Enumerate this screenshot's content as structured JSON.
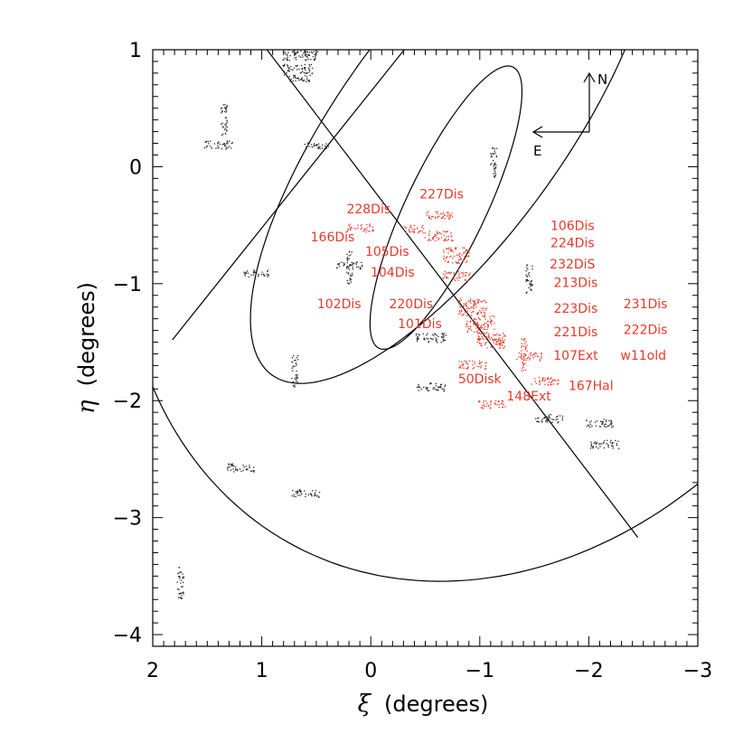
{
  "chart_data": {
    "type": "scatter",
    "title": "",
    "xlabel": {
      "symbol": "ξ",
      "unit": "(degrees)"
    },
    "ylabel": {
      "symbol": "η",
      "unit": "(degrees)"
    },
    "xlim": [
      2,
      -3
    ],
    "ylim": [
      -4.1,
      1.0
    ],
    "x_ticks": [
      2,
      1,
      0,
      -1,
      -2,
      -3
    ],
    "x_tick_labels": [
      "2",
      "1",
      "0",
      "−1",
      "−2",
      "−3"
    ],
    "y_ticks": [
      1,
      0,
      -1,
      -2,
      -3,
      -4
    ],
    "y_tick_labels": [
      "1",
      "0",
      "−1",
      "−2",
      "−3",
      "−4"
    ],
    "colors": {
      "labeled_field": "#e8392a",
      "other_field": "#222222",
      "axes": "#000000"
    },
    "compass": {
      "north": "N",
      "east": "E"
    },
    "fields_unlabeled": [
      {
        "x": 0.65,
        "y": 0.96,
        "w": 0.32,
        "h": 0.1
      },
      {
        "x": 0.68,
        "y": 0.84,
        "w": 0.28,
        "h": 0.08
      },
      {
        "x": 0.68,
        "y": 0.76,
        "w": 0.24,
        "h": 0.06
      },
      {
        "x": 1.35,
        "y": 0.4,
        "w": 0.06,
        "h": 0.28
      },
      {
        "x": 1.4,
        "y": 0.19,
        "w": 0.26,
        "h": 0.07
      },
      {
        "x": 0.5,
        "y": 0.18,
        "w": 0.24,
        "h": 0.06
      },
      {
        "x": -1.12,
        "y": 0.04,
        "w": 0.06,
        "h": 0.26
      },
      {
        "x": 0.2,
        "y": -0.84,
        "w": 0.24,
        "h": 0.06
      },
      {
        "x": 0.2,
        "y": -0.86,
        "w": 0.06,
        "h": 0.28
      },
      {
        "x": 1.05,
        "y": -0.91,
        "w": 0.24,
        "h": 0.06
      },
      {
        "x": -1.45,
        "y": -0.96,
        "w": 0.06,
        "h": 0.26
      },
      {
        "x": -0.55,
        "y": -1.46,
        "w": 0.28,
        "h": 0.08
      },
      {
        "x": 0.7,
        "y": -1.74,
        "w": 0.06,
        "h": 0.28
      },
      {
        "x": -0.55,
        "y": -1.88,
        "w": 0.26,
        "h": 0.07
      },
      {
        "x": -1.63,
        "y": -2.15,
        "w": 0.26,
        "h": 0.07
      },
      {
        "x": -2.1,
        "y": -2.19,
        "w": 0.26,
        "h": 0.07
      },
      {
        "x": -2.14,
        "y": -2.37,
        "w": 0.26,
        "h": 0.07
      },
      {
        "x": 1.2,
        "y": -2.57,
        "w": 0.26,
        "h": 0.07
      },
      {
        "x": 0.6,
        "y": -2.79,
        "w": 0.26,
        "h": 0.07
      },
      {
        "x": 1.75,
        "y": -3.55,
        "w": 0.06,
        "h": 0.28
      }
    ],
    "fields_labeled": [
      {
        "x": -0.62,
        "y": -0.41,
        "w": 0.26,
        "h": 0.07
      },
      {
        "x": 0.1,
        "y": -0.52,
        "w": 0.24,
        "h": 0.07
      },
      {
        "x": -0.4,
        "y": -0.53,
        "w": 0.2,
        "h": 0.07
      },
      {
        "x": -0.62,
        "y": -0.59,
        "w": 0.26,
        "h": 0.09
      },
      {
        "x": -0.78,
        "y": -0.72,
        "w": 0.24,
        "h": 0.07
      },
      {
        "x": -0.78,
        "y": -0.79,
        "w": 0.24,
        "h": 0.07
      },
      {
        "x": -0.78,
        "y": -0.93,
        "w": 0.26,
        "h": 0.08
      },
      {
        "x": -0.93,
        "y": -1.16,
        "w": 0.26,
        "h": 0.08
      },
      {
        "x": -0.93,
        "y": -1.23,
        "w": 0.26,
        "h": 0.08
      },
      {
        "x": -1.0,
        "y": -1.31,
        "w": 0.26,
        "h": 0.08
      },
      {
        "x": -1.0,
        "y": -1.38,
        "w": 0.26,
        "h": 0.08
      },
      {
        "x": -1.1,
        "y": -1.46,
        "w": 0.26,
        "h": 0.08
      },
      {
        "x": -1.1,
        "y": -1.51,
        "w": 0.26,
        "h": 0.08
      },
      {
        "x": -1.45,
        "y": -1.62,
        "w": 0.24,
        "h": 0.07
      },
      {
        "x": -1.4,
        "y": -1.6,
        "w": 0.06,
        "h": 0.28
      },
      {
        "x": -0.93,
        "y": -1.69,
        "w": 0.26,
        "h": 0.07
      },
      {
        "x": -1.6,
        "y": -1.83,
        "w": 0.26,
        "h": 0.07
      },
      {
        "x": -1.1,
        "y": -2.03,
        "w": 0.26,
        "h": 0.07
      }
    ],
    "annotations": [
      {
        "text": "227Dis",
        "x": -0.65,
        "y": -0.27
      },
      {
        "text": "228Dis",
        "x": 0.02,
        "y": -0.4
      },
      {
        "text": "166Dis",
        "x": 0.35,
        "y": -0.64
      },
      {
        "text": "105Dis",
        "x": -0.15,
        "y": -0.76
      },
      {
        "text": "104Dis",
        "x": -0.2,
        "y": -0.94
      },
      {
        "text": "102Dis",
        "x": 0.29,
        "y": -1.21
      },
      {
        "text": "220Dis",
        "x": -0.37,
        "y": -1.21
      },
      {
        "text": "101Dis",
        "x": -0.45,
        "y": -1.38
      },
      {
        "text": "106Dis",
        "x": -1.85,
        "y": -0.54
      },
      {
        "text": "224Dis",
        "x": -1.85,
        "y": -0.69
      },
      {
        "text": "232DiS",
        "x": -1.85,
        "y": -0.87
      },
      {
        "text": "213Dis",
        "x": -1.88,
        "y": -1.03
      },
      {
        "text": "223Dis",
        "x": -1.88,
        "y": -1.25
      },
      {
        "text": "231Dis",
        "x": -2.52,
        "y": -1.21
      },
      {
        "text": "221Dis",
        "x": -1.88,
        "y": -1.45
      },
      {
        "text": "222Dis",
        "x": -2.52,
        "y": -1.43
      },
      {
        "text": "107Ext",
        "x": -1.88,
        "y": -1.65
      },
      {
        "text": "w11old",
        "x": -2.5,
        "y": -1.65
      },
      {
        "text": "50Disk",
        "x": -1.0,
        "y": -1.85
      },
      {
        "text": "167Hal",
        "x": -2.02,
        "y": -1.91
      },
      {
        "text": "148Ext",
        "x": -1.45,
        "y": -2.0
      }
    ],
    "ellipses": [
      {
        "cx": -0.69,
        "cy": -0.35,
        "rx": 1.35,
        "ry": 0.36,
        "angle_deg": 117.3
      },
      {
        "cx": -0.75,
        "cy": 0.35,
        "rx": 2.7,
        "ry": 1.0,
        "angle_deg": 128.5
      },
      {
        "cx": -1.3,
        "cy": 0.2,
        "rx": 4.0,
        "ry": 3.3,
        "angle_deg": 128.5
      }
    ],
    "lines": [
      {
        "x1": 1.82,
        "y1": -1.48,
        "x2": -0.35,
        "y2": 1.05
      },
      {
        "x1": 1.05,
        "y1": 1.12,
        "x2": -2.45,
        "y2": -3.17
      }
    ]
  }
}
